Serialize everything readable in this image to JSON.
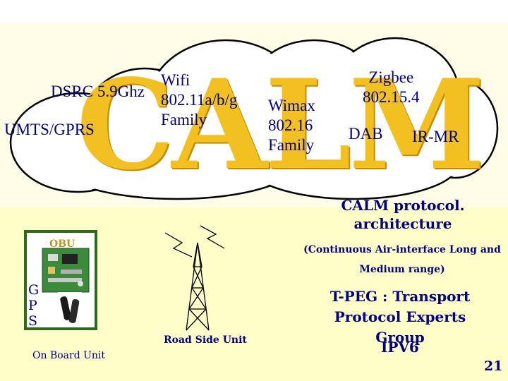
{
  "slide": {
    "title_graphic": "CALM",
    "page_number": "21",
    "colors": {
      "text": "#000080",
      "calm_fill": "#f2c020",
      "band_top": "#fffde8",
      "band_bottom": "#fffdc8",
      "board_border": "#2e6a1e"
    }
  },
  "cloud": {
    "labels": {
      "dsrc": "DSRC 5.9Ghz",
      "umts": "UMTS/GPRS",
      "wifi": [
        "Wifi",
        "802.11a/b/g",
        "Family"
      ],
      "wimax": [
        "Wimax",
        "802.16",
        "Family"
      ],
      "zigbee": [
        "Zigbee",
        "802.15.4"
      ],
      "dab": "DAB",
      "ir": "IR-MR"
    }
  },
  "on_board_unit": {
    "caption": "On Board Unit",
    "board_tag": "OBU",
    "gps_letters": [
      "G",
      "P",
      "S"
    ]
  },
  "road_side_unit": {
    "caption": "Road Side Unit"
  },
  "right_panel": {
    "calm_title": [
      "CALM protocol.",
      "architecture"
    ],
    "calm_subtitle": [
      "(Continuous Air-interface Long and",
      "Medium range)"
    ],
    "tpeg": [
      "T-PEG : Transport",
      "Protocol Experts Group"
    ],
    "ipv6": "IPV6"
  }
}
